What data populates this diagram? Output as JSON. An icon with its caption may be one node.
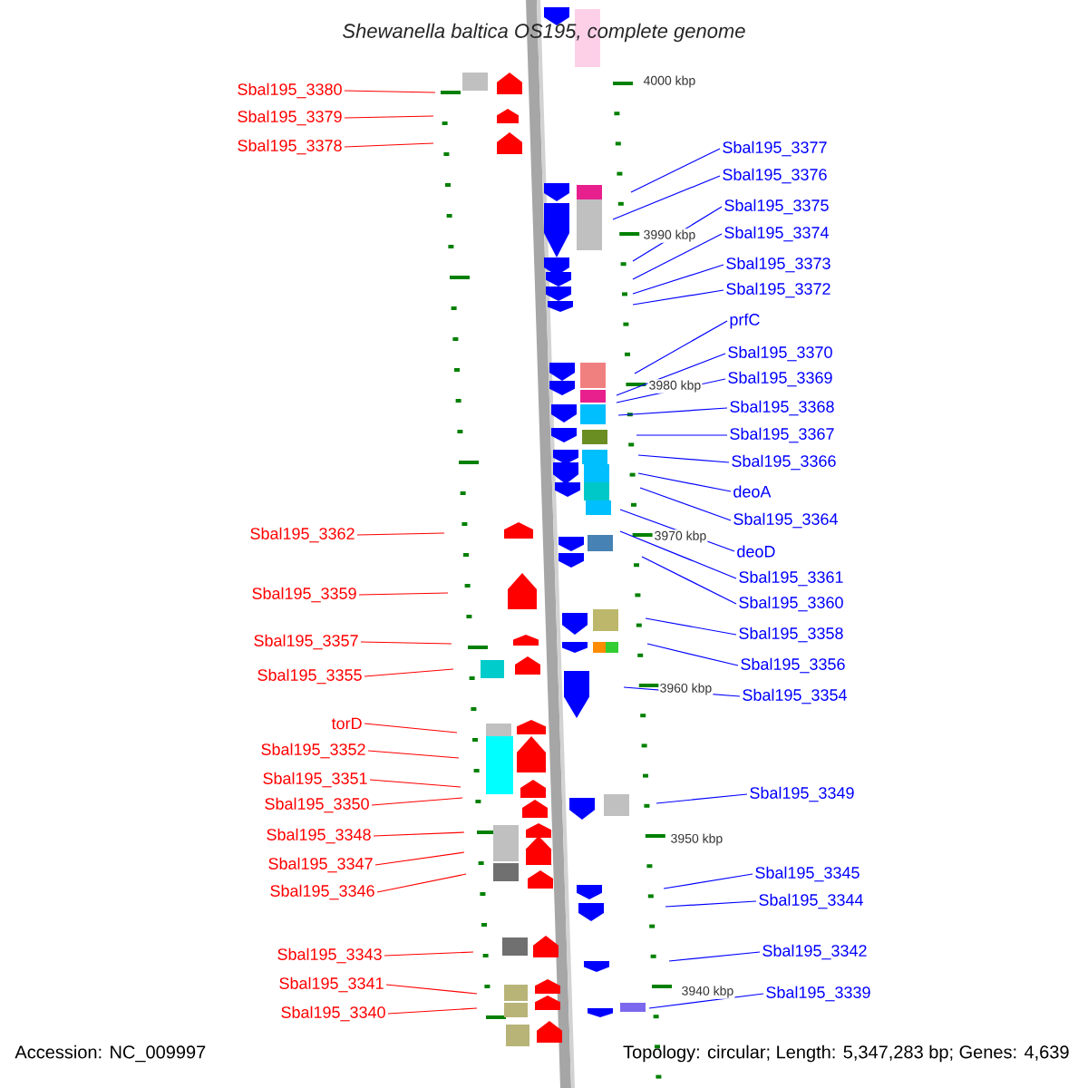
{
  "diagram": {
    "title": "Shewanella baltica OS195, complete genome",
    "nodes": [
      {
        "text": [
          "Sbal195_3380"
        ]
      },
      {
        "text": [
          "Sbal195_3379"
        ]
      },
      {
        "text": [
          "Sbal195_3378"
        ]
      },
      {
        "text": [
          "Sbal195_3362"
        ]
      },
      {
        "text": [
          "Sbal195_3359"
        ]
      },
      {
        "text": [
          "Sbal195_3357"
        ]
      },
      {
        "text": [
          "Sbal195_3355"
        ]
      },
      {
        "text": [
          "torD"
        ]
      },
      {
        "text": [
          "Sbal195_3352"
        ]
      },
      {
        "text": [
          "Sbal195_3351"
        ]
      },
      {
        "text": [
          "Sbal195_3350"
        ]
      },
      {
        "text": [
          "Sbal195_3348"
        ]
      },
      {
        "text": [
          "Sbal195_3347"
        ]
      },
      {
        "text": [
          "Sbal195_3346"
        ]
      },
      {
        "text": [
          "Sbal195_3343"
        ]
      },
      {
        "text": [
          "Sbal195_3341"
        ]
      },
      {
        "text": [
          "Sbal195_3340"
        ]
      },
      {
        "text": [
          "Sbal195_3377"
        ]
      },
      {
        "text": [
          "Sbal195_3376"
        ]
      },
      {
        "text": [
          "Sbal195_3375"
        ]
      },
      {
        "text": [
          "Sbal195_3374"
        ]
      },
      {
        "text": [
          "Sbal195_3373"
        ]
      },
      {
        "text": [
          "Sbal195_3372"
        ]
      },
      {
        "text": [
          "prfC"
        ]
      },
      {
        "text": [
          "Sbal195_3370"
        ]
      },
      {
        "text": [
          "Sbal195_3369"
        ]
      },
      {
        "text": [
          "Sbal195_3368"
        ]
      },
      {
        "text": [
          "Sbal195_3367"
        ]
      },
      {
        "text": [
          "Sbal195_3366"
        ]
      },
      {
        "text": [
          "deoA"
        ]
      },
      {
        "text": [
          "Sbal195_3364"
        ]
      },
      {
        "text": [
          "deoD"
        ]
      },
      {
        "text": [
          "Sbal195_3361"
        ]
      },
      {
        "text": [
          "Sbal195_3360"
        ]
      },
      {
        "text": [
          "Sbal195_3358"
        ]
      },
      {
        "text": [
          "Sbal195_3356"
        ]
      },
      {
        "text": [
          "Sbal195_3354"
        ]
      },
      {
        "text": [
          "Sbal195_3349"
        ]
      },
      {
        "text": [
          "Sbal195_3345"
        ]
      },
      {
        "text": [
          "Sbal195_3344"
        ]
      },
      {
        "text": [
          "Sbal195_3342"
        ]
      },
      {
        "text": [
          "Sbal195_3339"
        ]
      }
    ],
    "edges": [
      {
        "from": 0,
        "to": null,
        "arrow": "none",
        "color": "#ff0000"
      },
      {
        "from": 1,
        "to": null,
        "arrow": "none",
        "color": "#ff0000"
      },
      {
        "from": 2,
        "to": null,
        "arrow": "none",
        "color": "#ff0000"
      },
      {
        "from": 3,
        "to": null,
        "arrow": "none",
        "color": "#ff0000"
      },
      {
        "from": 4,
        "to": null,
        "arrow": "none",
        "color": "#ff0000"
      },
      {
        "from": 5,
        "to": null,
        "arrow": "none",
        "color": "#ff0000"
      },
      {
        "from": 6,
        "to": null,
        "arrow": "none",
        "color": "#ff0000"
      },
      {
        "from": 7,
        "to": null,
        "arrow": "none",
        "color": "#ff0000"
      },
      {
        "from": 8,
        "to": null,
        "arrow": "none",
        "color": "#ff0000"
      },
      {
        "from": 9,
        "to": null,
        "arrow": "none",
        "color": "#ff0000"
      },
      {
        "from": 10,
        "to": null,
        "arrow": "none",
        "color": "#ff0000"
      },
      {
        "from": 11,
        "to": null,
        "arrow": "none",
        "color": "#ff0000"
      },
      {
        "from": 12,
        "to": null,
        "arrow": "none",
        "color": "#ff0000"
      },
      {
        "from": 13,
        "to": null,
        "arrow": "none",
        "color": "#ff0000"
      },
      {
        "from": 14,
        "to": null,
        "arrow": "none",
        "color": "#ff0000"
      },
      {
        "from": 15,
        "to": null,
        "arrow": "none",
        "color": "#ff0000"
      },
      {
        "from": 16,
        "to": null,
        "arrow": "none",
        "color": "#ff0000"
      },
      {
        "from": 17,
        "to": null,
        "arrow": "none"
      },
      {
        "from": 18,
        "to": null,
        "arrow": "none"
      },
      {
        "from": 19,
        "to": null,
        "arrow": "none"
      },
      {
        "from": 20,
        "to": null,
        "arrow": "none"
      },
      {
        "from": 21,
        "to": null,
        "arrow": "none"
      },
      {
        "from": 22,
        "to": null,
        "arrow": "none"
      },
      {
        "from": 23,
        "to": null,
        "arrow": "none"
      },
      {
        "from": 24,
        "to": null,
        "arrow": "none"
      },
      {
        "from": 25,
        "to": null,
        "arrow": "none"
      },
      {
        "from": 26,
        "to": null,
        "arrow": "none"
      },
      {
        "from": 27,
        "to": null,
        "arrow": "none"
      },
      {
        "from": 28,
        "to": null,
        "arrow": "none"
      },
      {
        "from": 29,
        "to": null,
        "arrow": "none"
      },
      {
        "from": 30,
        "to": null,
        "arrow": "none"
      },
      {
        "from": 31,
        "to": null,
        "arrow": "none"
      },
      {
        "from": 32,
        "to": null,
        "arrow": "none"
      },
      {
        "from": 33,
        "to": null,
        "arrow": "none"
      },
      {
        "from": 34,
        "to": null,
        "arrow": "none"
      },
      {
        "from": 35,
        "to": null,
        "arrow": "none"
      },
      {
        "from": 36,
        "to": null,
        "arrow": "none"
      },
      {
        "from": 37,
        "to": null,
        "arrow": "none"
      },
      {
        "from": 38,
        "to": null,
        "arrow": "none"
      },
      {
        "from": 39,
        "to": null,
        "arrow": "none"
      },
      {
        "from": 40,
        "to": null,
        "arrow": "none"
      },
      {
        "from": 41,
        "to": null,
        "arrow": "none"
      }
    ],
    "labels": [
      "4000 kbp",
      "3990 kbp",
      "3980 kbp",
      "3970 kbp",
      "3960 kbp",
      "3950 kbp",
      "3940 kbp",
      "Accession: NC_009997",
      "Topology: circular; Length: 5,347,283 bp; Genes: 4,639"
    ]
  }
}
